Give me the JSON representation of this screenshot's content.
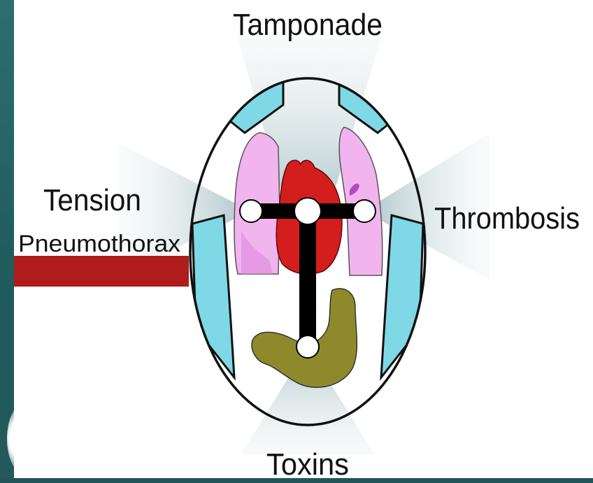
{
  "labels": {
    "top": "Tamponade",
    "left_line1": "Tension",
    "left_line2": "Pneumothorax",
    "right": "Thrombosis",
    "bottom": "Toxins"
  },
  "colors": {
    "slide_bar": "#24595b",
    "red_bar": "#b01c1c",
    "lung": "#f1b4ef",
    "heart": "#d41d1d",
    "stomach": "#8e8a2c",
    "wedge": "#7fd8e6",
    "t_bar": "#000000",
    "node": "#ffffff"
  }
}
